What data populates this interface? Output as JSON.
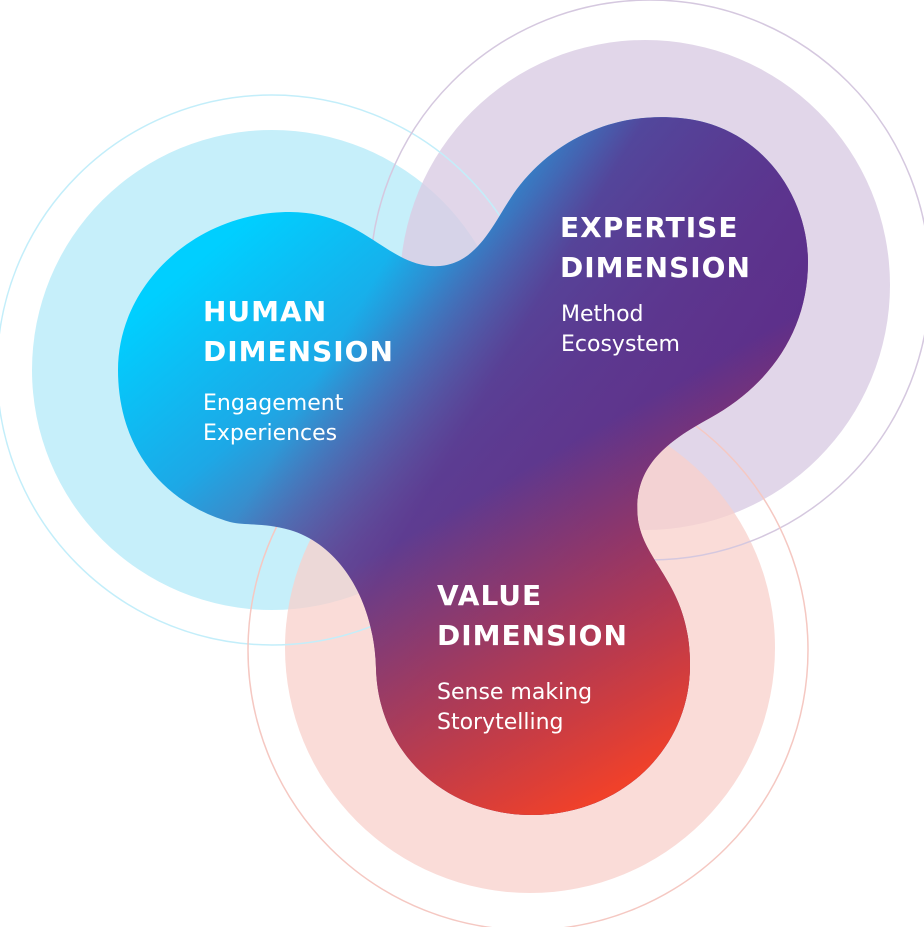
{
  "colors": {
    "human": "#00CFFF",
    "expertise": "#5B2C8A",
    "value": "#F0412A",
    "human_halo": "#C3EEFA",
    "expertise_halo": "#D9CCE3",
    "value_halo": "#F8D0CB"
  },
  "dimensions": [
    {
      "key": "human",
      "title_line1": "HUMAN",
      "title_line2": "DIMENSION",
      "item1": "Engagement",
      "item2": "Experiences"
    },
    {
      "key": "expertise",
      "title_line1": "EXPERTISE",
      "title_line2": "DIMENSION",
      "item1": "Method",
      "item2": "Ecosystem"
    },
    {
      "key": "value",
      "title_line1": "VALUE",
      "title_line2": "DIMENSION",
      "item1": "Sense making",
      "item2": "Storytelling"
    }
  ]
}
